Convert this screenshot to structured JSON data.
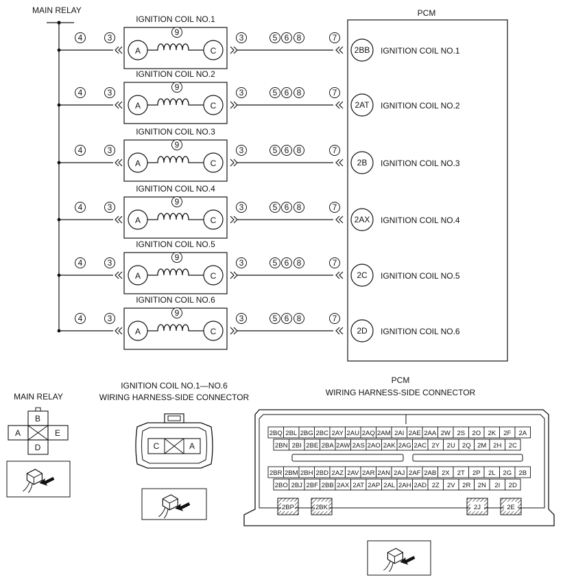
{
  "main_relay_top": "MAIN RELAY",
  "pcm_title": "PCM",
  "coils": [
    {
      "title": "IGNITION COIL NO.1",
      "pin_a": "A",
      "pin_c": "C",
      "term": "2BB",
      "label": "IGNITION COIL NO.1"
    },
    {
      "title": "IGNITION COIL NO.2",
      "pin_a": "A",
      "pin_c": "C",
      "term": "2AT",
      "label": "IGNITION COIL NO.2"
    },
    {
      "title": "IGNITION COIL NO.3",
      "pin_a": "A",
      "pin_c": "C",
      "term": "2B",
      "label": "IGNITION COIL NO.3"
    },
    {
      "title": "IGNITION COIL NO.4",
      "pin_a": "A",
      "pin_c": "C",
      "term": "2AX",
      "label": "IGNITION COIL NO.4"
    },
    {
      "title": "IGNITION COIL NO.5",
      "pin_a": "A",
      "pin_c": "C",
      "term": "2C",
      "label": "IGNITION COIL NO.5"
    },
    {
      "title": "IGNITION COIL NO.6",
      "pin_a": "A",
      "pin_c": "C",
      "term": "2D",
      "label": "IGNITION COIL NO.6"
    }
  ],
  "markers": {
    "m3": "3",
    "m4": "4",
    "m5": "5",
    "m6": "6",
    "m7": "7",
    "m8": "8",
    "m9": "9"
  },
  "relay_conn": {
    "title": "MAIN RELAY",
    "pins": [
      "B",
      "A",
      "E",
      "D"
    ]
  },
  "coil_conn": {
    "title1": "IGNITION COIL NO.1—NO.6",
    "title2": "WIRING HARNESS-SIDE CONNECTOR",
    "pins": [
      "C",
      "A"
    ]
  },
  "pcm_conn": {
    "title1": "PCM",
    "title2": "WIRING HARNESS-SIDE CONNECTOR",
    "rows": [
      [
        "2BQ",
        "2BL",
        "2BG",
        "2BC",
        "2AY",
        "2AU",
        "2AQ",
        "2AM",
        "2AI",
        "2AE",
        "2AA",
        "2W",
        "2S",
        "2O",
        "2K",
        "2F",
        "2A"
      ],
      [
        "2BN",
        "2BI",
        "2BE",
        "2BA",
        "2AW",
        "2AS",
        "2AO",
        "2AK",
        "2AG",
        "2AC",
        "2Y",
        "2U",
        "2Q",
        "2M",
        "2H",
        "2C"
      ],
      [
        "2BR",
        "2BM",
        "2BH",
        "2BD",
        "2AZ",
        "2AV",
        "2AR",
        "2AN",
        "2AJ",
        "2AF",
        "2AB",
        "2X",
        "2T",
        "2P",
        "2L",
        "2G",
        "2B"
      ],
      [
        "2BO",
        "2BJ",
        "2BF",
        "2BB",
        "2AX",
        "2AT",
        "2AP",
        "2AL",
        "2AH",
        "2AD",
        "2Z",
        "2V",
        "2R",
        "2N",
        "2I",
        "2D"
      ]
    ],
    "hatched": [
      "2BP",
      "2BK",
      "2J",
      "2E"
    ]
  },
  "icons": {
    "connector": "connector-view-icon",
    "arrow": "view-direction-arrow-icon"
  }
}
